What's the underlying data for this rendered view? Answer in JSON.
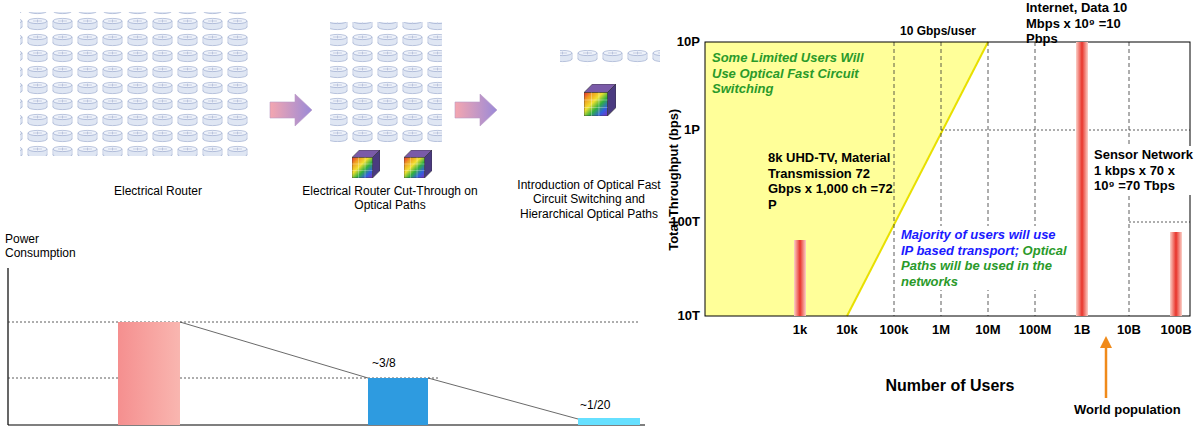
{
  "diagram": {
    "labels": [
      "Electrical Router",
      "Electrical Router Cut-Through on Optical Paths",
      "Introduction of Optical Fast Circuit Switching and Hierarchical Optical Paths",
      "Power Consumption",
      "~3/8",
      "~1/20",
      "Total Throughput (bps)",
      "10P",
      "1P",
      "100T",
      "10T",
      "1k",
      "10k",
      "100k",
      "1M",
      "10M",
      "100M",
      "1B",
      "10B",
      "100B",
      "Number of Users",
      "10 Gbps/user",
      "Internet, Data 10 Mbps x 10⁹ =10 Pbps",
      "Some Limited Users Will Use Optical Fast Circuit Switching",
      "8k UHD-TV, Material Transmission 72 Gbps x 1,000 ch =72 P",
      "Majority of users will use IP based transport;",
      "Optical Paths will be used in the networks",
      "Sensor Network 1 kbps x 70 x 10⁹ =70 Tbps",
      "World population"
    ]
  }
}
